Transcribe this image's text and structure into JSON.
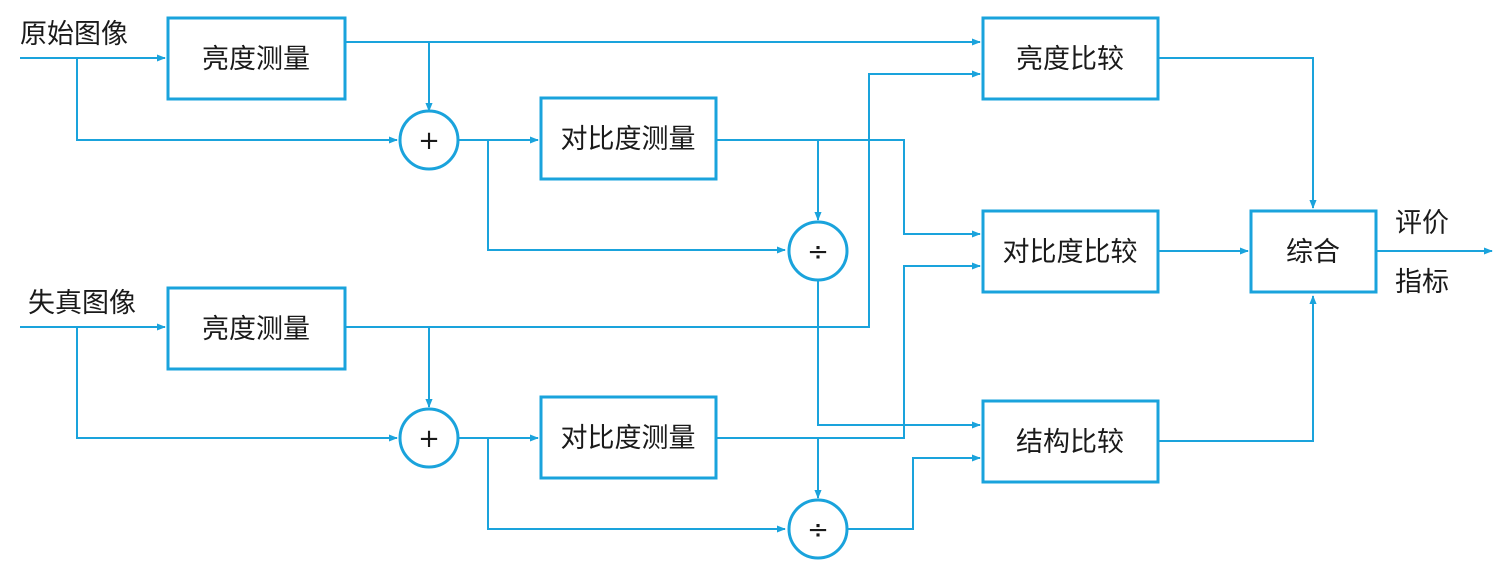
{
  "inputs": {
    "original": "原始图像",
    "distorted": "失真图像"
  },
  "blocks": {
    "lum_meas_1": "亮度测量",
    "lum_meas_2": "亮度测量",
    "con_meas_1": "对比度测量",
    "con_meas_2": "对比度测量",
    "lum_cmp": "亮度比较",
    "con_cmp": "对比度比较",
    "str_cmp": "结构比较",
    "combine": "综合"
  },
  "operators": {
    "add_1": "+",
    "add_2": "+",
    "div_1": "÷",
    "div_2": "÷"
  },
  "output": {
    "line1": "评价",
    "line2": "指标"
  },
  "colors": {
    "line": "#1aa3dc",
    "text": "#1a1a1a"
  }
}
